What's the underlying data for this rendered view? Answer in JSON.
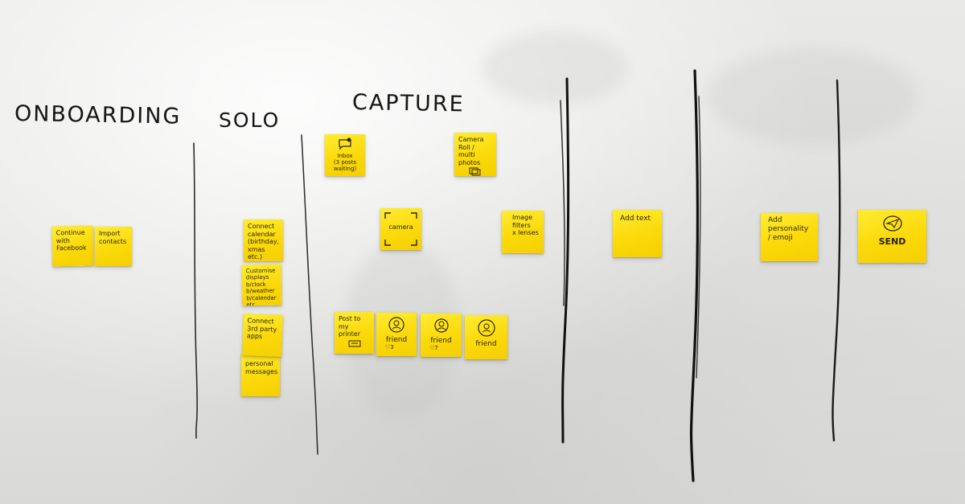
{
  "headings": {
    "onboarding": "ONBOARDING",
    "solo": "SOLO",
    "capture": "CAPTURE"
  },
  "notes": {
    "continue_facebook": "Continue\nwith\nFacebook",
    "import_contacts": "Import\ncontacts",
    "connect_calendar": "Connect\ncalendar\n(birthday,\nxmas etc.)",
    "customise_displays": "Customise\ndisplays\nb/clock\nb/weather\nb/calendar etc.",
    "connect_3rd_party": "Connect\n3rd party\napps",
    "personal_messages": "personal\nmessages",
    "inbox": "Inbox\n(3 posts waiting)",
    "camera_roll": "Camera\nRoll /\nmulti photos",
    "camera": "camera",
    "image_filters": "Image\nfilters\nx lenses",
    "post_to_printer": "Post to\nmy printer",
    "friend_1": "friend",
    "friend_1_sub": "♡3",
    "friend_2": "friend",
    "friend_2_sub": "♡7",
    "friend_3": "friend",
    "add_text": "Add text",
    "add_personality": "Add\npersonality\n/ emoji",
    "send": "SEND"
  },
  "colors": {
    "sticky_note": "#fbd90a",
    "wall": "#e6e6e4",
    "marker": "#151515"
  }
}
